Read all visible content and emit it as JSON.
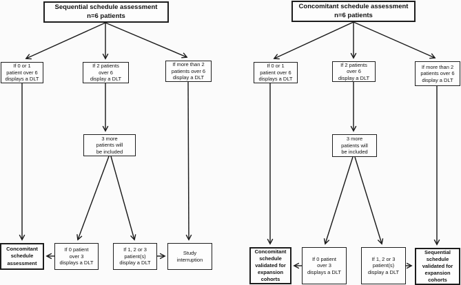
{
  "colors": {
    "background": "#fbfbfb",
    "line": "#1c1c1c",
    "box_fill": "#fdfdfd",
    "text": "#111111"
  },
  "left_tree": {
    "root": "Sequential schedule assessment\nn=6 patients",
    "if_0_or_1_over_6": "If 0 or 1\npatient over 6\ndisplays a DLT",
    "if_2_over_6": "If 2 patients\nover 6\ndisplay a DLT",
    "if_more_than_2_over_6": "If more than 2\npatients over 6\ndisplay a DLT",
    "add_3_more": "3 more\npatients will\nbe included",
    "if_0_over_3": "If 0 patient\nover 3\ndisplays a DLT",
    "if_1_2_or_3": "If 1, 2 or 3\npatient(s)\ndisplay a DLT",
    "outcome_continue": "Concomitant\nschedule\nassessment",
    "outcome_stop": "Study\ninterruption"
  },
  "right_tree": {
    "root": "Concomitant schedule assessment\nn=6 patients",
    "if_0_or_1_over_6": "If 0 or 1\npatient over 6\ndisplays a DLT",
    "if_2_over_6": "If 2 patients\nover 6\ndisplay a DLT",
    "if_more_than_2_over_6": "If more than 2\npatients over 6\ndisplay a DLT",
    "add_3_more": "3 more\npatients will\nbe included",
    "if_0_over_3": "If 0 patient\nover 3\ndisplays a DLT",
    "if_1_2_or_3": "If 1, 2 or 3\npatient(s)\ndisplay a DLT",
    "outcome_continue": "Concomitant\nschedule\nvalidated for\nexpansion\ncohorts",
    "outcome_stop": "Sequential\nschedule\nvalidated for\nexpansion\ncohorts"
  }
}
